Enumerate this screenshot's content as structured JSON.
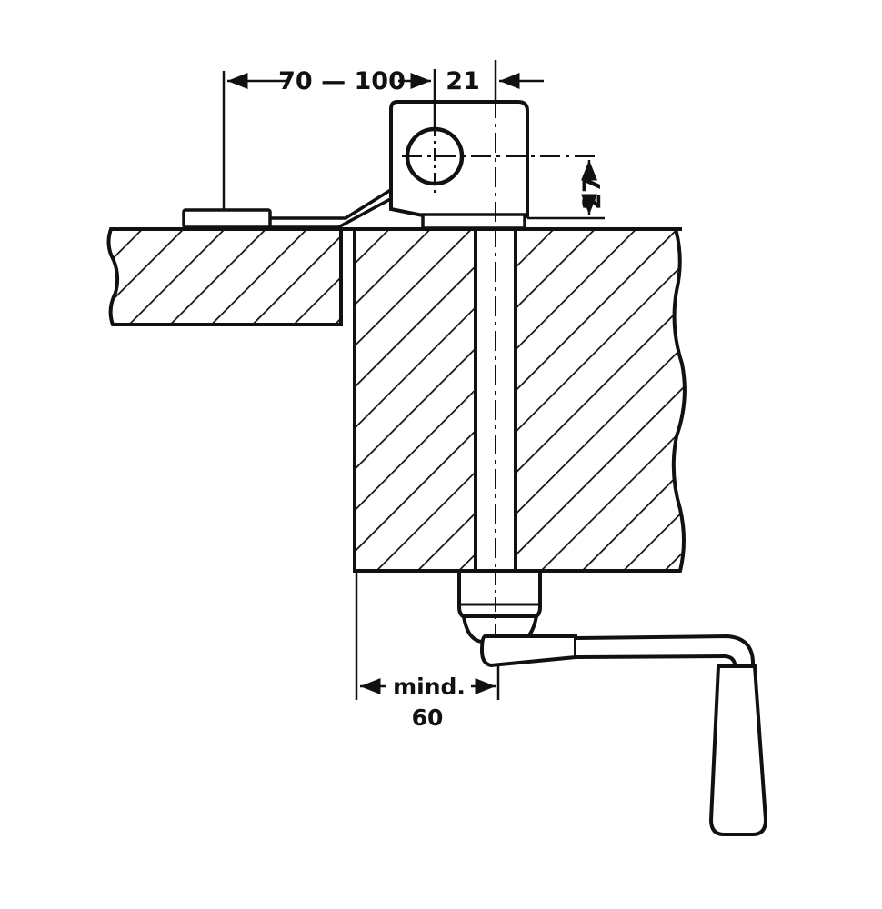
{
  "dimensions": {
    "top_left": "70 — 100",
    "top_right": "21",
    "right_vertical": "27",
    "bottom_line1": "mind.",
    "bottom_line2": "60"
  },
  "colors": {
    "ink": "#111111",
    "paper": "#ffffff"
  }
}
